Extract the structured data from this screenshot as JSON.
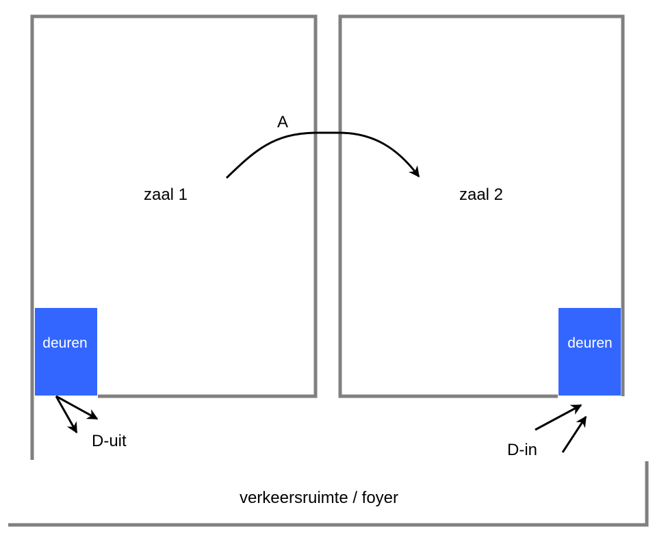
{
  "rooms": {
    "room1": {
      "label": "zaal 1"
    },
    "room2": {
      "label": "zaal 2"
    }
  },
  "doors": {
    "left": {
      "label": "deuren"
    },
    "right": {
      "label": "deuren"
    }
  },
  "arrows": {
    "transfer": {
      "label": "A"
    },
    "exit": {
      "label": "D-uit"
    },
    "entry": {
      "label": "D-in"
    }
  },
  "corridor": {
    "label": "verkeersruimte / foyer"
  },
  "colors": {
    "wall": "#808080",
    "door": "#3366ff",
    "arrow": "#000000"
  }
}
